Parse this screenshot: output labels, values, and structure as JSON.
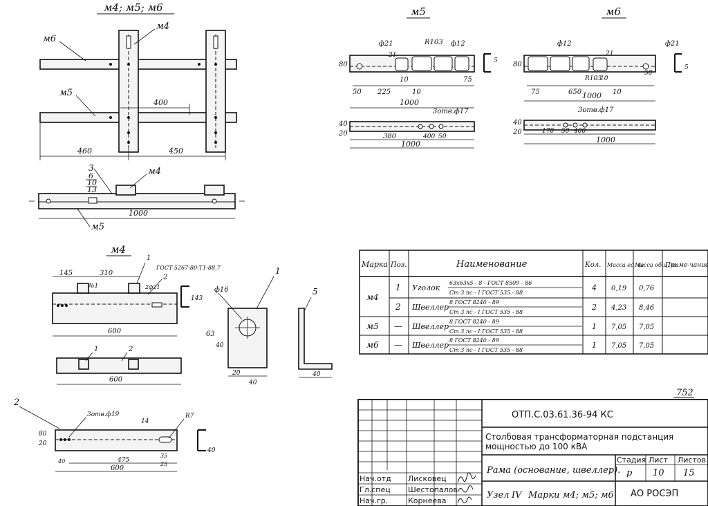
{
  "sheet_number": "752",
  "views": {
    "assembly": {
      "title": "м4; м5; м6",
      "label_m6": "м6",
      "label_m4": "м4",
      "label_m5": "м5",
      "dim_400": "400",
      "dim_460": "460",
      "dim_450": "450"
    },
    "section": {
      "callouts": [
        "3",
        "6",
        "10",
        "13"
      ],
      "label_m4": "м4",
      "label_m5": "м5",
      "dim_1000": "1000"
    },
    "m5": {
      "title": "м5",
      "d21": "ф21",
      "r103": "R103",
      "d12": "ф12",
      "d21_h": "21",
      "h80": "80",
      "h5": "5",
      "dim_10a": "10",
      "dim_50": "50",
      "dim_225": "225",
      "dim_10b": "10",
      "dim_75": "75",
      "dim_1000a": "1000",
      "holes": "3отв.ф17",
      "h40": "40",
      "h20": "20",
      "dim_380": "380",
      "dim_400": "400",
      "dim_50b": "50",
      "dim_1000b": "1000"
    },
    "m6": {
      "title": "м6",
      "d12": "ф12",
      "d21": "ф21",
      "d21_h": "21",
      "h80": "80",
      "h5": "5",
      "r103": "R103",
      "dim_10": "10",
      "dim_75": "75",
      "dim_650": "650",
      "dim_10b": "10",
      "dim_50": "50",
      "dim_1000a": "1000",
      "holes": "3отв.ф17",
      "h40": "40",
      "h20": "20",
      "dim_170": "170",
      "dim_50b": "50",
      "dim_400": "400",
      "dim_1000b": "1000"
    },
    "m4": {
      "title": "м4",
      "call1": "1",
      "gost": "ГОСТ 5267-80-Т1-88.7",
      "call2": "2",
      "dim_145": "145",
      "dim_310": "310",
      "hole_n1": "№1",
      "d21": "2ф21",
      "dim_600a": "600",
      "dim_143": "143",
      "call1b": "1",
      "call2b": "2",
      "dim_600b": "600"
    },
    "detail1": {
      "callout": "1",
      "d16": "ф16",
      "dim_63": "63",
      "dim_40v": "40",
      "dim_20": "20",
      "dim_40h": "40",
      "callout5": "5",
      "dim_40b": "40"
    },
    "detail2": {
      "callout": "2",
      "holes": "3отв.ф19",
      "dim_14": "14",
      "r7": "R7",
      "h80": "80",
      "h20": "20",
      "dim_40": "40",
      "dim_35": "35",
      "dim_25": "25",
      "dim_475": "475",
      "dim_600": "600",
      "dim_b40": "40"
    }
  },
  "spec_table": {
    "headers": [
      "Марка",
      "Поз.",
      "Наименование",
      "Кол.",
      "Масса ед, кг",
      "Масса общ, кг",
      "Приме-чание"
    ],
    "rows": [
      {
        "mark": "м4",
        "pos": "1",
        "name": "Уголок",
        "profile": "63х63х5 - 8 - ГОСТ 8509 - 86",
        "steel": "Ст 3 пс - I ГОСТ 535 - 88",
        "qty": "4",
        "mass_unit": "0,19",
        "mass_total": "0,76",
        "note": ""
      },
      {
        "mark": "",
        "pos": "2",
        "name": "Швеллер",
        "profile": "8 ГОСТ 8240 - 89",
        "steel": "Ст 3 пс - I ГОСТ 535 - 88",
        "qty": "2",
        "mass_unit": "4,23",
        "mass_total": "8,46",
        "note": ""
      },
      {
        "mark": "м5",
        "pos": "—",
        "name": "Швеллер",
        "profile": "8 ГОСТ 8240 - 89",
        "steel": "Ст 3 пс - I ГОСТ 535 - 88",
        "qty": "1",
        "mass_unit": "7,05",
        "mass_total": "7,05",
        "note": ""
      },
      {
        "mark": "м6",
        "pos": "—",
        "name": "Швеллер",
        "profile": "8 ГОСТ 8240 - 89",
        "steel": "Ст 3 пс - I ГОСТ 535 - 88",
        "qty": "1",
        "mass_unit": "7,05",
        "mass_total": "7,05",
        "note": ""
      }
    ]
  },
  "title_block": {
    "code": "ОТП.С.03.61.36-94 КС",
    "desc_line1": "Столбовая трансформаторная подстанция",
    "desc_line2": "мощностью до 100 кВА",
    "part_name": "Рама (основание, швеллер).",
    "node": "Узел",
    "node_num": "IV",
    "marks": "Марки м4; м5; м6",
    "stage_label": "Стадия",
    "sheet_label": "Лист",
    "sheets_label": "Листов",
    "stage": "р",
    "sheet": "10",
    "sheets": "15",
    "org": "АО РОСЭП",
    "signers": [
      {
        "role": "Нач.отд",
        "name": "Лисковец"
      },
      {
        "role": "Гл.спец",
        "name": "Шестопалов"
      },
      {
        "role": "Нач.гр.",
        "name": "Корнеева"
      }
    ]
  }
}
